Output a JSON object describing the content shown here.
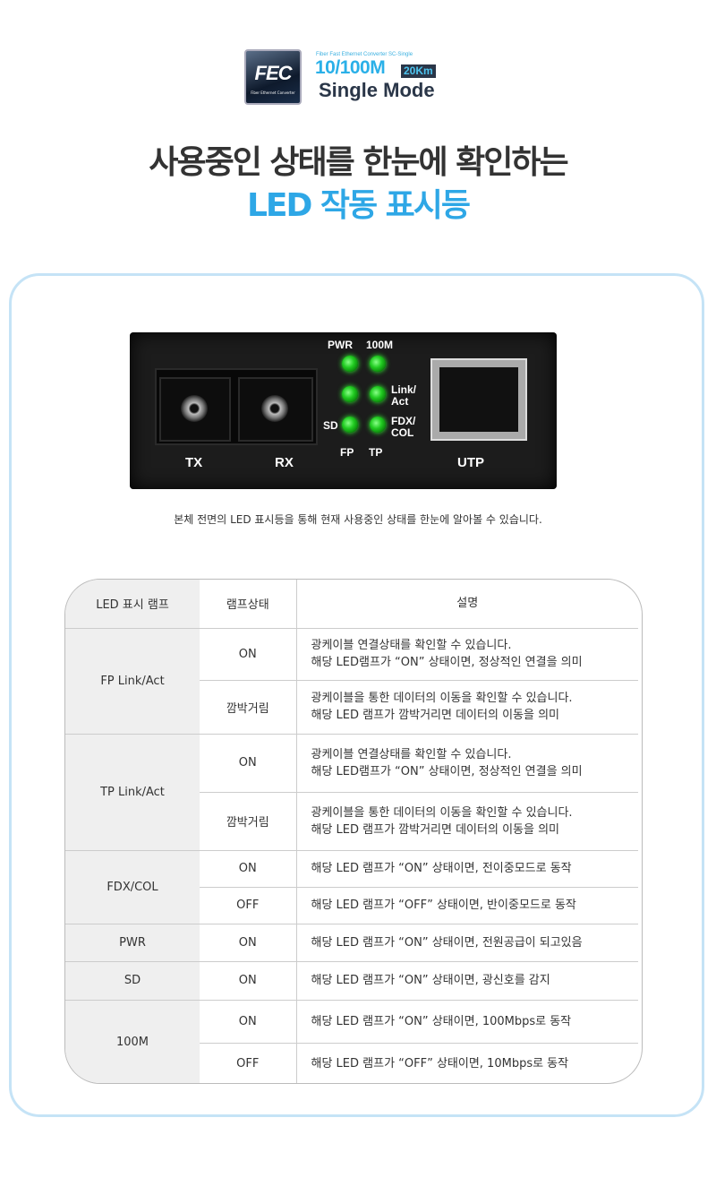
{
  "header": {
    "logo_text": "FEC",
    "logo_sub": "Fiber Ethernet Converter",
    "subtitle": "Fiber Fast Ethernet Converter SC-Single",
    "speed": "10/100M",
    "distance": "20Km",
    "mode": "Single Mode"
  },
  "headline": {
    "line1": "사용중인 상태를 한눈에 확인하는",
    "line2": "LED 작동 표시등"
  },
  "device": {
    "ports": [
      "TX",
      "RX",
      "UTP"
    ],
    "led_labels": {
      "pwr": "PWR",
      "m100": "100M",
      "link": "Link/",
      "act": "Act",
      "fdx": "FDX/",
      "col": "COL",
      "sd": "SD",
      "fp": "FP",
      "tp": "TP"
    },
    "led_color": "#33dd33"
  },
  "caption": "본체 전면의 LED 표시등을 통해 현재 사용중인 상태를 한눈에 알아볼 수 있습니다.",
  "table": {
    "headers": [
      "LED 표시 램프",
      "램프상태",
      "설명"
    ],
    "groups": [
      {
        "lamp": "FP Link/Act",
        "rows": [
          {
            "state": "ON",
            "desc": [
              "광케이블 연결상태를 확인할 수 있습니다.",
              "해당 LED램프가 “ON” 상태이면, 정상적인 연결을 의미"
            ]
          },
          {
            "state": "깜박거림",
            "desc": [
              "광케이블을 통한 데이터의 이동을 확인할 수 있습니다.",
              "해당 LED 램프가 깜박거리면 데이터의 이동을 의미"
            ]
          }
        ]
      },
      {
        "lamp": "TP Link/Act",
        "rows": [
          {
            "state": "ON",
            "desc": [
              "광케이블 연결상태를 확인할 수 있습니다.",
              "해당 LED램프가 “ON” 상태이면, 정상적인 연결을 의미"
            ]
          },
          {
            "state": "깜박거림",
            "desc": [
              "광케이블을 통한 데이터의 이동을 확인할 수 있습니다.",
              "해당 LED 램프가 깜박거리면 데이터의 이동을 의미"
            ]
          }
        ]
      },
      {
        "lamp": "FDX/COL",
        "rows": [
          {
            "state": "ON",
            "desc": [
              "해당 LED 램프가 “ON” 상태이면, 전이중모드로 동작"
            ]
          },
          {
            "state": "OFF",
            "desc": [
              "해당 LED 램프가 “OFF” 상태이면, 반이중모드로 동작"
            ]
          }
        ]
      },
      {
        "lamp": "PWR",
        "rows": [
          {
            "state": "ON",
            "desc": [
              "해당 LED 램프가 “ON” 상태이면, 전원공급이 되고있음"
            ]
          }
        ]
      },
      {
        "lamp": "SD",
        "rows": [
          {
            "state": "ON",
            "desc": [
              "해당 LED 램프가 “ON” 상태이면, 광신호를 감지"
            ]
          }
        ]
      },
      {
        "lamp": "100M",
        "rows": [
          {
            "state": "ON",
            "desc": [
              "해당 LED 램프가 “ON” 상태이면, 100Mbps로 동작"
            ]
          },
          {
            "state": "OFF",
            "desc": [
              "해당 LED 램프가 “OFF” 상태이면, 10Mbps로 동작"
            ]
          }
        ]
      }
    ]
  }
}
